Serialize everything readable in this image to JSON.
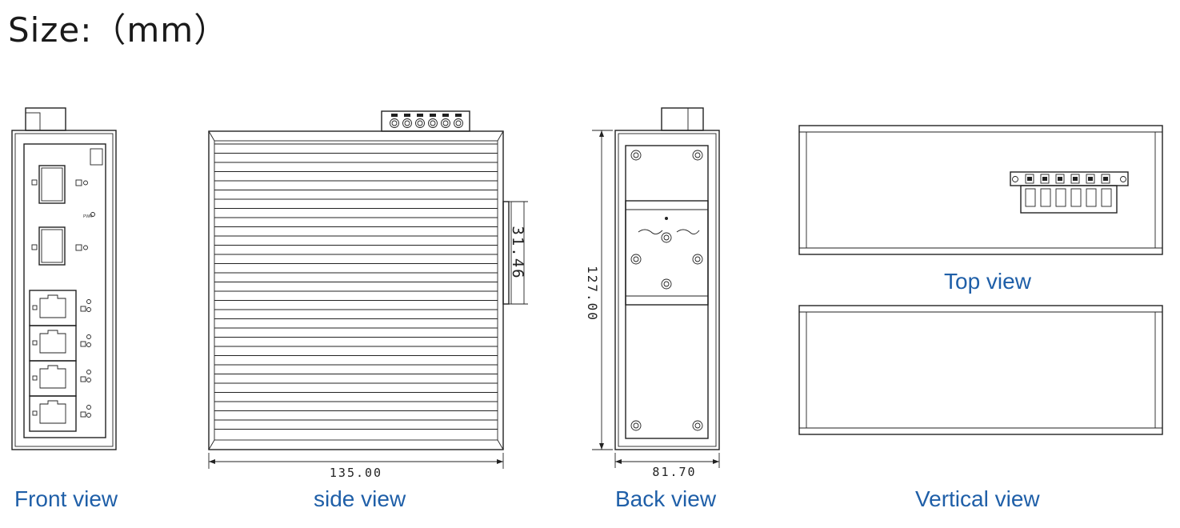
{
  "title": "Size:（mm）",
  "captions": {
    "front": "Front view",
    "side": "side view",
    "back": "Back view",
    "top": "Top view",
    "vertical": "Vertical view"
  },
  "dimensions": {
    "side_width": "135.00",
    "side_rail": "31.46",
    "back_height": "127.00",
    "back_width": "81.70"
  },
  "front_labels": {
    "pwr": "PWR"
  },
  "colors": {
    "caption": "#1f5fa8",
    "line": "#222222"
  }
}
